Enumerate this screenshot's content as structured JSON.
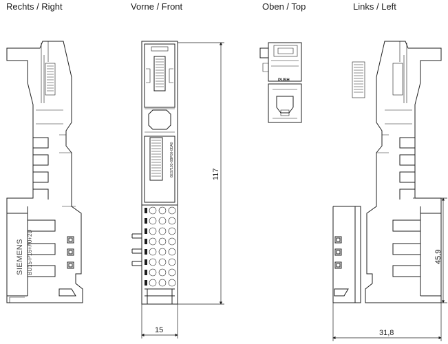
{
  "views": {
    "right": "Rechts / Right",
    "front": "Vorne / Front",
    "top": "Oben / Top",
    "left": "Links / Left"
  },
  "dimensions": {
    "height": "117",
    "width": "15",
    "depth": "31,8",
    "terminal_height": "45,9"
  },
  "labels": {
    "push": "PUSH",
    "brand": "SIEMENS",
    "model": "BU15-P16+A0+2D",
    "front_part_no": "6ES7193-6BP00-0DA0"
  }
}
